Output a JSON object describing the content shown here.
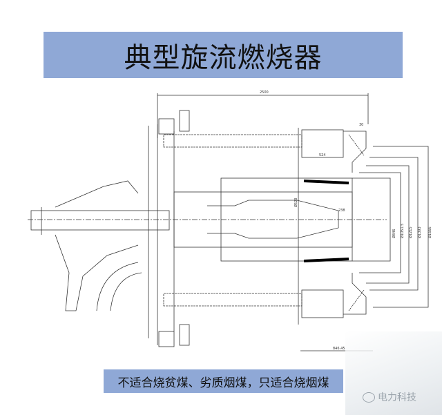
{
  "slide": {
    "title": "典型旋流燃烧器",
    "caption": "不适合烧贫煤、劣质烟煤，只适合烧烟煤",
    "watermark": "电力科技",
    "watermark_icon": "wechat-icon",
    "colors": {
      "box": "#8fa8d6",
      "line": "#333333"
    }
  },
  "drawing": {
    "dimensions": {
      "overall_length": "2500",
      "top_offset": "30",
      "box_width": "524",
      "inner_gap": "238",
      "inner_diameter": "Ø520",
      "bottom_width": "846.45",
      "diameters": [
        "Ø846",
        "Ø1051.5",
        "Ø1215",
        "Ø1393",
        "Ø1666"
      ]
    }
  }
}
